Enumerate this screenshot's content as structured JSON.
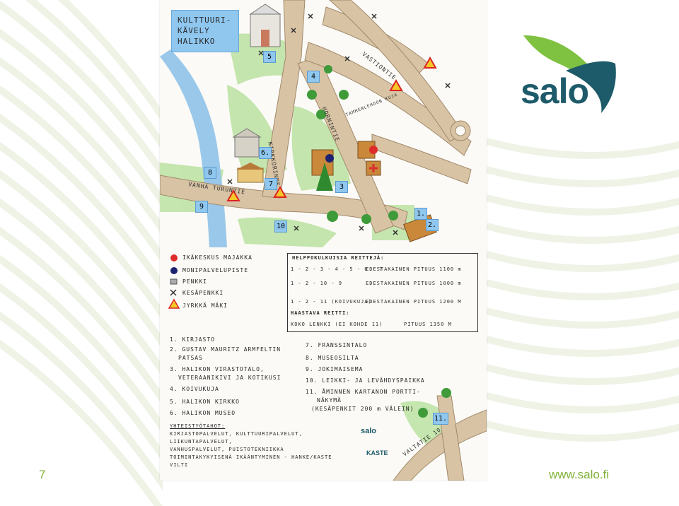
{
  "footer": {
    "page_number": "7",
    "website": "www.salo.fi"
  },
  "logo": {
    "word": "salo",
    "green": "#7fc241",
    "teal": "#1d5a6a"
  },
  "map": {
    "title_lines": [
      "KULTTUURI-",
      "KÄVELY",
      "HALIKKO"
    ],
    "streets": {
      "vanha_turuntie": "VANHA TURUNTIE",
      "kirkkorinne": "KIRKKORINNE",
      "hornintie": "HORNINTIE",
      "vastiontie": "VASTIONTIE",
      "tammenlehdon_kuja": "TAMMENLEHDON KUJA",
      "valtatie": "VALTATIE 10"
    },
    "markers": [
      "1.",
      "2.",
      "3",
      "4",
      "5",
      "6.",
      "7",
      "8",
      "9",
      "10",
      "11."
    ],
    "legend": [
      {
        "symbol": "red-dot",
        "label": "IKÄKESKUS MAJAKKA"
      },
      {
        "symbol": "blue-dot",
        "label": "MONIPALVELUPISTE"
      },
      {
        "symbol": "bench",
        "label": "PENKKI"
      },
      {
        "symbol": "cross",
        "label": "KESÄPENKKI"
      },
      {
        "symbol": "triangle",
        "label": "JYRKKÄ MÄKI"
      }
    ],
    "routes": {
      "heading": "HELPPOKULKUISIA REITTEJÄ:",
      "rows": [
        {
          "route": "1 - 2 - 3 - 4 - 5 - 6 - 7",
          "desc": "EDESTAKAINEN PITUUS 1100 m"
        },
        {
          "route": "1 - 2 - 10 - 9",
          "desc": "EDESTAKAINEN PITUUS 1000 m"
        },
        {
          "route": "1 - 2 - 11 (KOIVUKUJA)",
          "desc": "EDESTAKAINEN PITUUS 1200 M"
        }
      ],
      "challenge_heading": "HAASTAVA REITTI:",
      "challenge_row": {
        "route": "KOKO LENKKI (EI KOHDE 11)",
        "desc": "PITUUS 1350 M"
      }
    },
    "places_left": [
      "1. KIRJASTO",
      "2. GUSTAV MAURITZ ARMFELTIN",
      "PATSAS",
      "3. HALIKON VIRASTOTALO,",
      "VETERAANIKIVI JA KOTIKUSI",
      "4. KOIVUKUJA",
      "5. HALIKON KIRKKO",
      "6. HALIKON MUSEO"
    ],
    "places_right": [
      "7. FRANSSINTALO",
      "8. MUSEOSILTA",
      "9. JOKIMAISEMA",
      "10. LEIKKI- JA LEVÄHDYSPAIKKA",
      "11. ÅMINNEN KARTANON PORTTI-",
      "NÄKYMÄ",
      "(KESÄPENKIT 200 m VÄLEIN)"
    ],
    "cooperation": {
      "heading": "YHTEISTYÖTAHOT:",
      "lines": [
        "KIRJASTOPALVELUT, KULTTUURIPALVELUT, LIIKUNTAPALVELUT,",
        "VANHUSPALVELUT, PUISTOTEKNIIKKA",
        "TOIMINTAKYKYISENÄ IKÄÄNTYMINEN - HANKE/KASTE",
        "VILTI"
      ]
    },
    "small_logo": "salo",
    "kaste": "KASTE"
  }
}
